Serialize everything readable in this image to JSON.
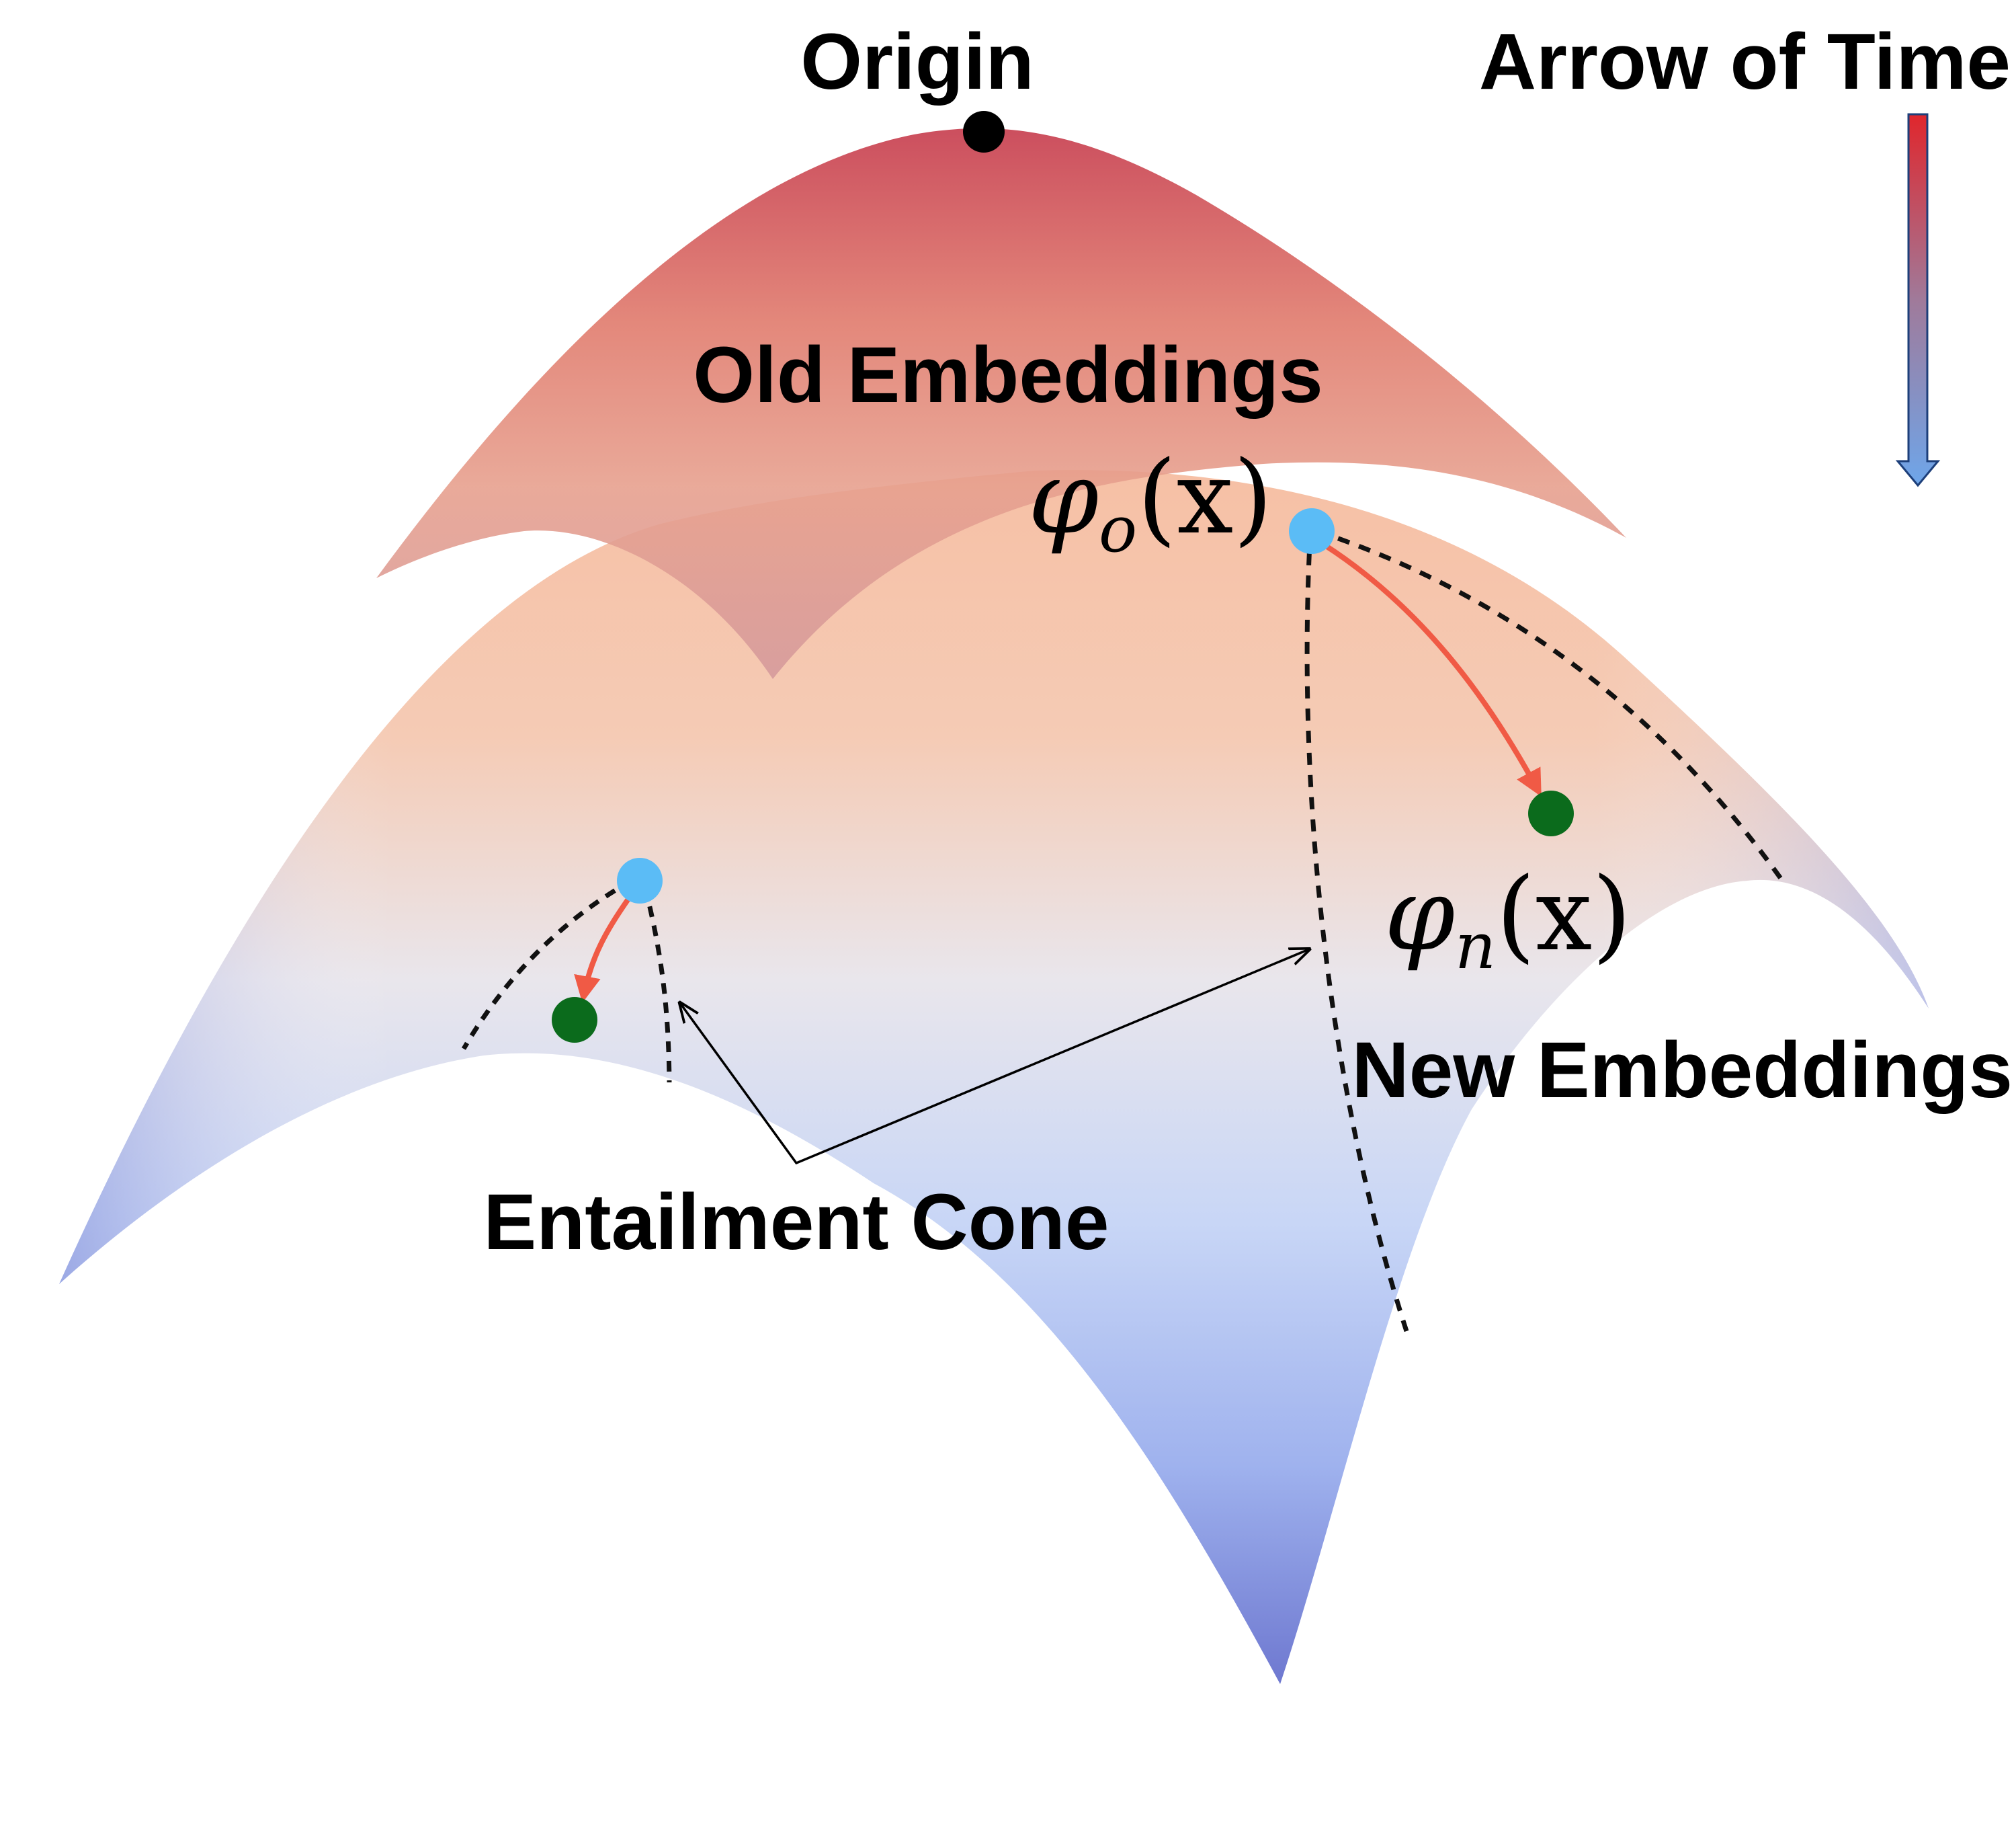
{
  "labels": {
    "origin": "Origin",
    "arrow_of_time": "Arrow of Time",
    "old_embeddings": "Old Embeddings",
    "new_embeddings": "New Embeddings",
    "entailment_cone": "Entailment Cone",
    "phi_old": {
      "symbol": "φ",
      "subscript": "o",
      "argument": "(x)"
    },
    "phi_new": {
      "symbol": "φ",
      "subscript": "n",
      "argument": "(x)"
    }
  },
  "colors": {
    "old_surface_top": "#c94450",
    "old_surface_mid": "#e88a70",
    "new_surface_top": "#f3b89f",
    "new_surface_mid": "#e5e8f2",
    "new_surface_bottom": "#7d86d8",
    "old_point": "#5bbcf6",
    "new_point": "#0b6b1c",
    "origin_point": "#000000",
    "transition_arrow": "#f05a45",
    "time_arrow_start": "#e0262c",
    "time_arrow_end": "#6ea6ea"
  }
}
